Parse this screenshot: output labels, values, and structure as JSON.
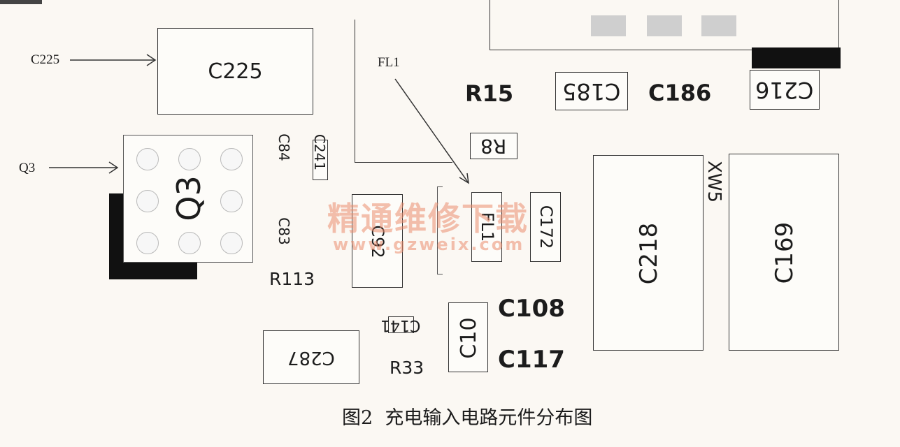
{
  "callouts": {
    "c225": "C225",
    "q3": "Q3",
    "fl1": "FL1"
  },
  "components": {
    "c225": "C225",
    "q3": "Q3",
    "c84": "C84",
    "c241": "C241",
    "c83": "C83",
    "r113": "R113",
    "c92": "C92",
    "fl1": "FL1",
    "c172": "C172",
    "r15": "R15",
    "c185": "C185",
    "c186": "C186",
    "c216": "C216",
    "r8": "R8",
    "xw5": "XW5",
    "c218": "C218",
    "c169": "C169",
    "c108": "C108",
    "c117": "C117",
    "c10": "C10",
    "c141": "C141",
    "r33": "R33",
    "c287": "C287"
  },
  "watermark": {
    "cn": "精通维修下载",
    "url": "www.gzweix.com"
  },
  "caption": "图2  充电输入电路元件分布图"
}
